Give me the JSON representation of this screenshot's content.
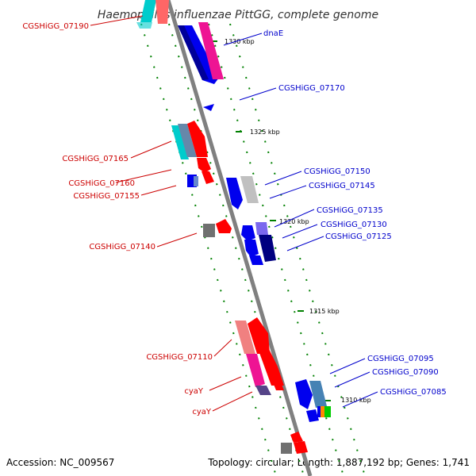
{
  "title": "Haemophilus influenzae PittGG, complete genome",
  "footer": {
    "accession": "Accession: NC_009567",
    "summary": "Topology: circular; Length: 1,887,192 bp; Genes: 1,741"
  },
  "ticks": [
    "1330 kbp",
    "1325 kbp",
    "1320 kbp",
    "1315 kbp",
    "1310 kbp"
  ],
  "labels_left": [
    "CGSHiGG_07190",
    "CGSHiGG_07165",
    "CGSHiGG_07160",
    "CGSHiGG_07155",
    "CGSHiGG_07140",
    "CGSHiGG_07110",
    "cyaY",
    "cyaY"
  ],
  "labels_right": [
    "dnaE",
    "CGSHiGG_07170",
    "CGSHiGG_07150",
    "CGSHiGG_07145",
    "CGSHiGG_07135",
    "CGSHiGG_07130",
    "CGSHiGG_07125",
    "CGSHiGG_07095",
    "CGSHiGG_07090",
    "CGSHiGG_07085"
  ],
  "colors": {
    "forward_label": "#cc0000",
    "reverse_label": "#0000cc",
    "backbone": "#808080",
    "guide_dots": "#008000"
  }
}
